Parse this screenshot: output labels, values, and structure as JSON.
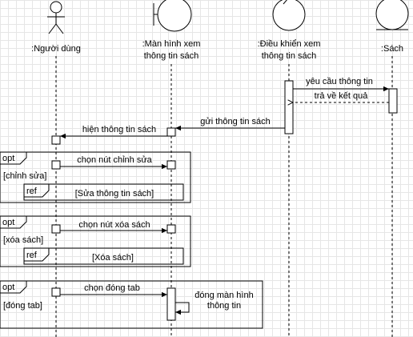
{
  "participants": [
    {
      "id": "user",
      "kind": "actor",
      "label": ":Người dùng"
    },
    {
      "id": "screen",
      "kind": "boundary",
      "label_lines": [
        ":Màn hình xem",
        "thông tin sách"
      ]
    },
    {
      "id": "controller",
      "kind": "control",
      "label_lines": [
        ":Điều khiển xem",
        "thông tin sách"
      ]
    },
    {
      "id": "book",
      "kind": "entity",
      "label": ":Sách"
    }
  ],
  "messages": {
    "request_info": "yêu cầu thông tin",
    "return_result": "trả về kết quả",
    "send_info": "gửi thông tin sách",
    "show_info": "hiện thông tin sách",
    "click_edit": "chọn nút chỉnh sửa",
    "click_delete": "chọn nút xóa sách",
    "close_tab": "chọn đóng tab",
    "close_screen_lines": [
      "đóng màn hình",
      "thông tin"
    ]
  },
  "fragments": {
    "edit": {
      "operator": "opt",
      "guard": "[chỉnh sửa]",
      "ref_keyword": "ref",
      "ref_label": "[Sửa thông tin sách]"
    },
    "delete": {
      "operator": "opt",
      "guard": "[xóa sách]",
      "ref_keyword": "ref",
      "ref_label": "[Xóa sách]"
    },
    "close": {
      "operator": "opt",
      "guard": "[đóng tab]"
    }
  }
}
